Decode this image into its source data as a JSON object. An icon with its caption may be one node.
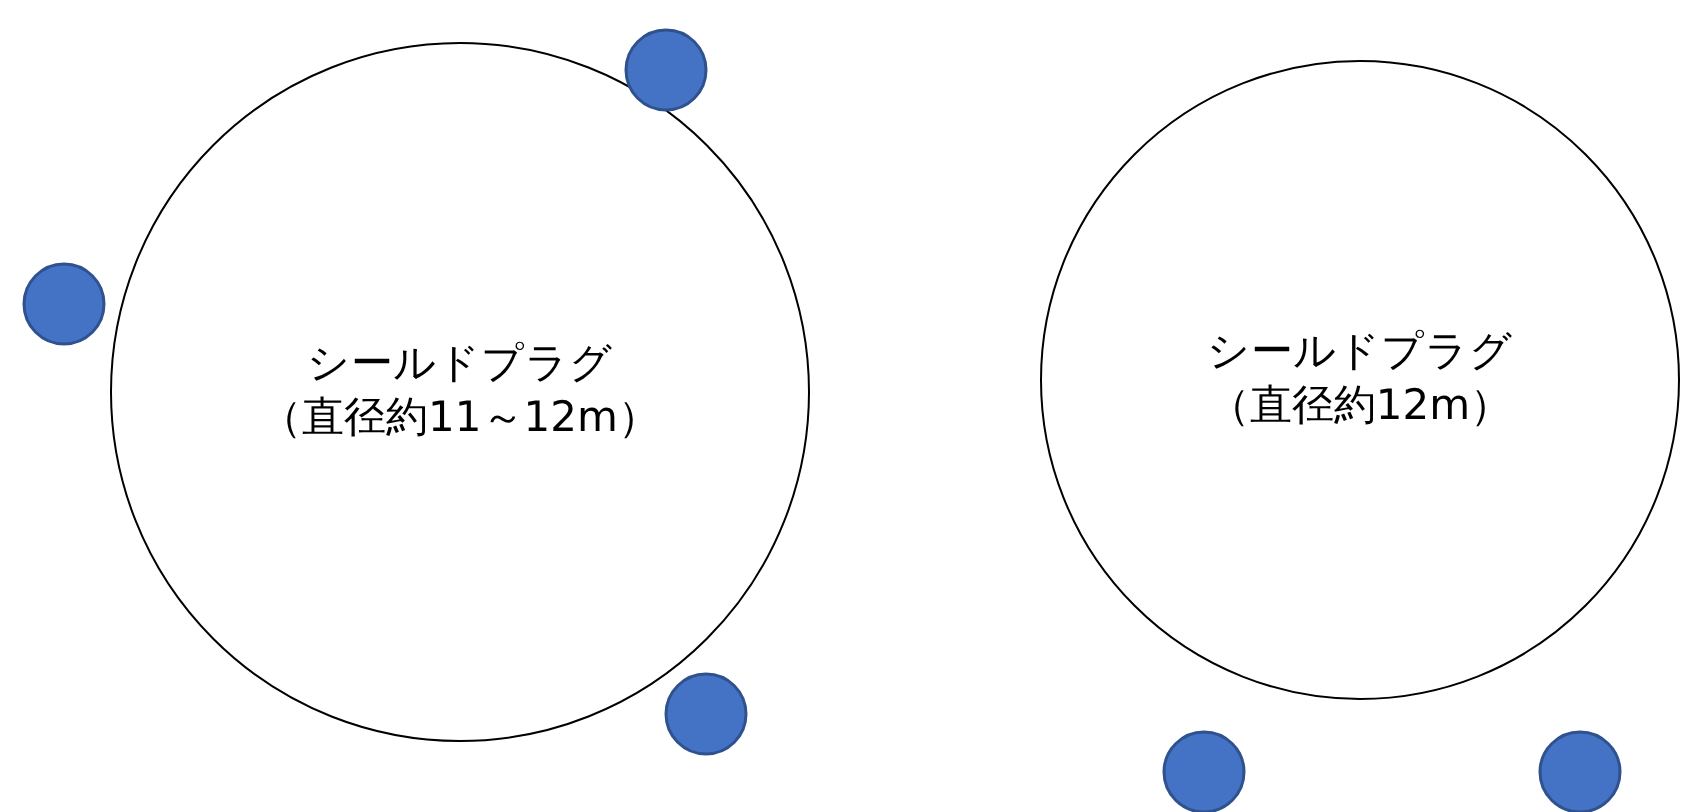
{
  "diagram": {
    "nodes": [
      {
        "text": [
          "シールドプラグ（直径約11～12m）"
        ]
      },
      {
        "text": [
          "シールドプラグ（直径約12m）"
        ]
      },
      {
        "text": [],
        "shape": "circle"
      },
      {
        "text": [],
        "shape": "circle"
      },
      {
        "text": [],
        "shape": "circle"
      },
      {
        "text": [],
        "shape": "circle"
      },
      {
        "text": [],
        "shape": "circle"
      }
    ]
  }
}
